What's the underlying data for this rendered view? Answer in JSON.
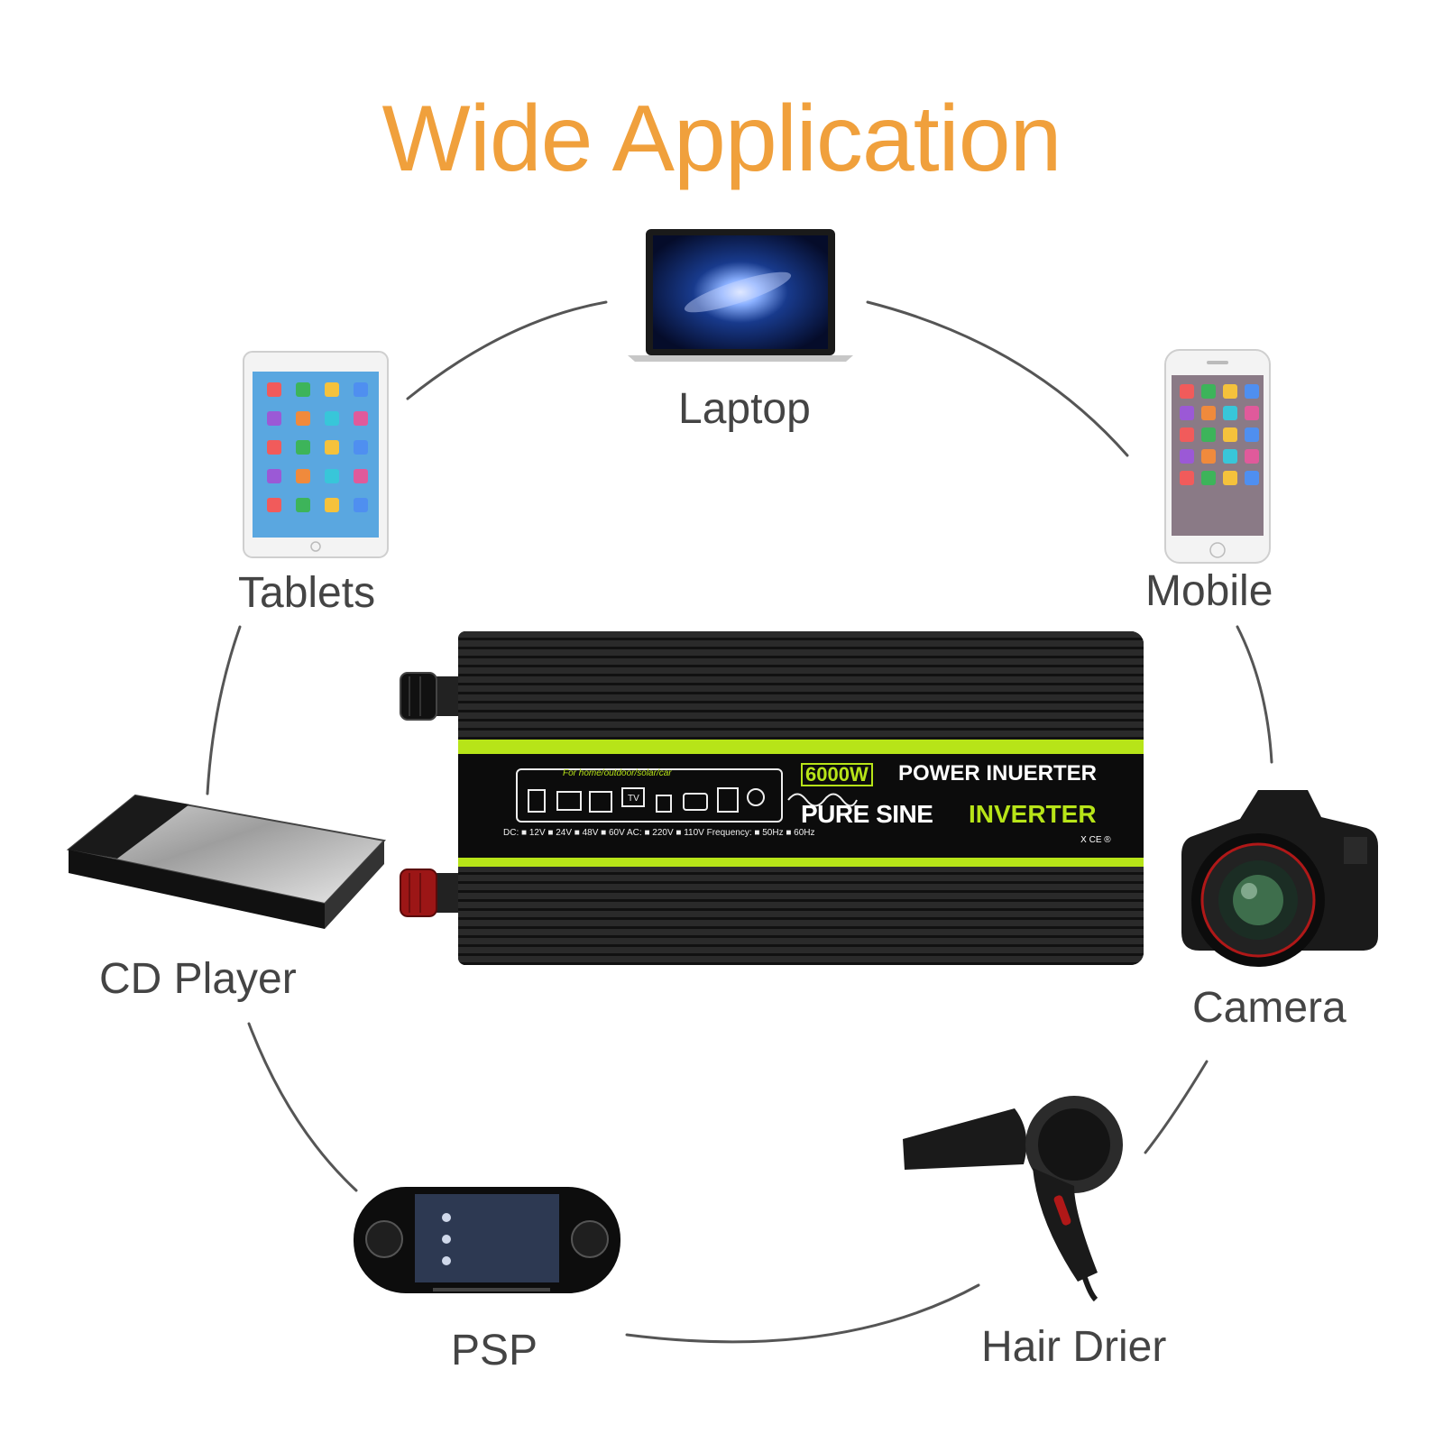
{
  "title": "Wide Application",
  "colors": {
    "title": "#f0a03c",
    "ring": "#555555",
    "accent_green": "#b7e418",
    "label": "#444444"
  },
  "devices": [
    {
      "label": "Laptop",
      "icon": "laptop-icon"
    },
    {
      "label": "Tablets",
      "icon": "tablet-icon"
    },
    {
      "label": "Mobile",
      "icon": "mobile-icon"
    },
    {
      "label": "CD Player",
      "icon": "cd-player-icon"
    },
    {
      "label": "Camera",
      "icon": "camera-icon"
    },
    {
      "label": "PSP",
      "icon": "psp-icon"
    },
    {
      "label": "Hair Drier",
      "icon": "hair-drier-icon"
    }
  ],
  "inverter": {
    "wattage": "6000W",
    "power_label": "POWER INUERTER",
    "pure_label": "PURE SINE",
    "inverter_label": "INVERTER",
    "apps_tag": "For home/outdoor/solar/car",
    "tv_label": "TV",
    "spec_line": "DC: ■ 12V ■ 24V ■ 48V ■ 60V  AC: ■ 220V ■ 110V  Frequency: ■ 50Hz ■ 60Hz",
    "cert": "Ⅹ CE ®"
  }
}
